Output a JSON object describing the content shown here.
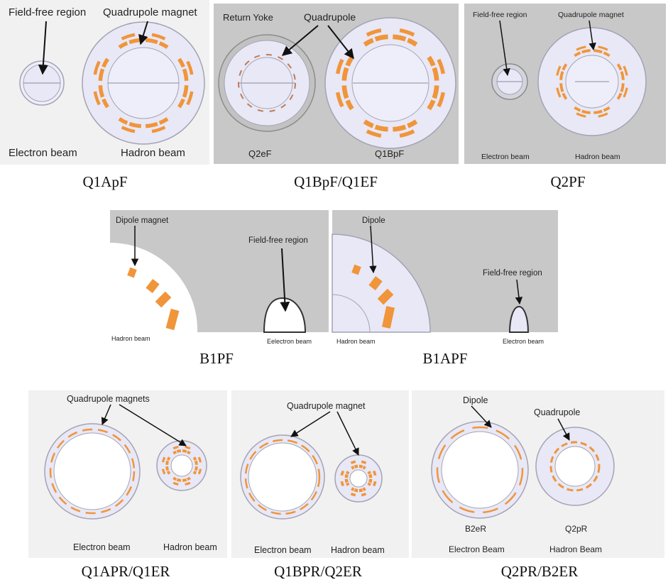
{
  "colors": {
    "panel_gray": "#c8c8c8",
    "panel_light": "#f1f1f1",
    "disk_fill": "#e8e8f6",
    "disk_stroke": "#a3a3b3",
    "coil": "#f0953a",
    "arrow": "#111111",
    "beam_line": "#8a8aa0"
  },
  "panels": {
    "q1apf": {
      "field_free": "Field-free region",
      "magnet": "Quadrupole magnet",
      "electron": "Electron beam",
      "hadron": "Hadron beam",
      "caption": "Q1ApF"
    },
    "q1bpf": {
      "yoke": "Return Yoke",
      "quad": "Quadrupole",
      "left_name": "Q2eF",
      "right_name": "Q1BpF",
      "caption": "Q1BpF/Q1EF"
    },
    "q2pf": {
      "field_free": "Field-free region",
      "magnet": "Quadrupole magnet",
      "electron": "Electron beam",
      "hadron": "Hadron beam",
      "caption": "Q2PF"
    },
    "b1pf": {
      "dipole": "Dipole magnet",
      "field_free": "Field-free region",
      "hadron": "Hadron beam",
      "electron": "Eelectron beam",
      "caption": "B1PF"
    },
    "b1apf": {
      "dipole": "Dipole",
      "field_free": "Field-free region",
      "hadron": "Hadron beam",
      "electron": "Electron beam",
      "caption": "B1APF"
    },
    "q1apr": {
      "magnets": "Quadrupole magnets",
      "electron": "Electron beam",
      "hadron": "Hadron beam",
      "caption": "Q1APR/Q1ER"
    },
    "q1bpr": {
      "magnet": "Quadrupole magnet",
      "electron": "Electron beam",
      "hadron": "Hadron beam",
      "caption": "Q1BPR/Q2ER"
    },
    "q2pr": {
      "dipole": "Dipole",
      "quad": "Quadrupole",
      "left_name": "B2eR",
      "right_name": "Q2pR",
      "electron": "Electron Beam",
      "hadron": "Hadron Beam",
      "caption": "Q2PR/B2ER"
    }
  }
}
